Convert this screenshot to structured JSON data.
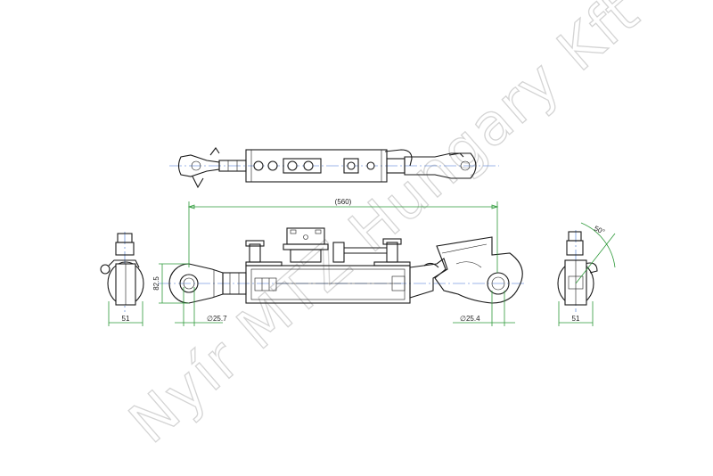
{
  "watermark": "Nyír MTZ Hungary Kft",
  "dimensions": {
    "overall_length": "(560)",
    "eye_height": "82.5",
    "left_bore": "∅25.7",
    "right_bore": "∅25.4",
    "left_width": "51",
    "right_width": "51",
    "angle": "50°"
  },
  "colors": {
    "line": "#1a1a1a",
    "dimension": "#2e9a3a",
    "centerline": "#3b6fd1",
    "watermark": "#d4d4d4"
  }
}
